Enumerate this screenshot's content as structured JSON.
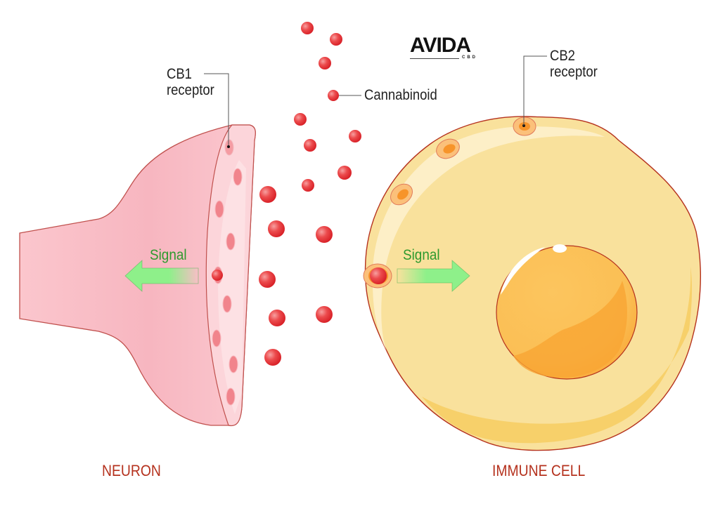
{
  "logo": {
    "brand": "AVIDA",
    "sub": "CBD"
  },
  "labels": {
    "cb1_line1": "CB1",
    "cb1_line2": "receptor",
    "cb2_line1": "CB2",
    "cb2_line2": "receptor",
    "cannabinoid": "Cannabinoid",
    "signal_left": "Signal",
    "signal_right": "Signal"
  },
  "captions": {
    "neuron": "NEURON",
    "immune_cell": "IMMUNE CELL"
  },
  "colors": {
    "neuron_fill": "#fbc4cc",
    "neuron_stroke": "#c0504d",
    "cell_fill": "#f9e19c",
    "cell_stroke": "#b5321e",
    "nucleus_fill": "#fbc15a",
    "molecule": "#e8353a",
    "arrow_green": "#8ef08a",
    "signal_text": "#2e9a2e",
    "caption": "#b5321e"
  }
}
